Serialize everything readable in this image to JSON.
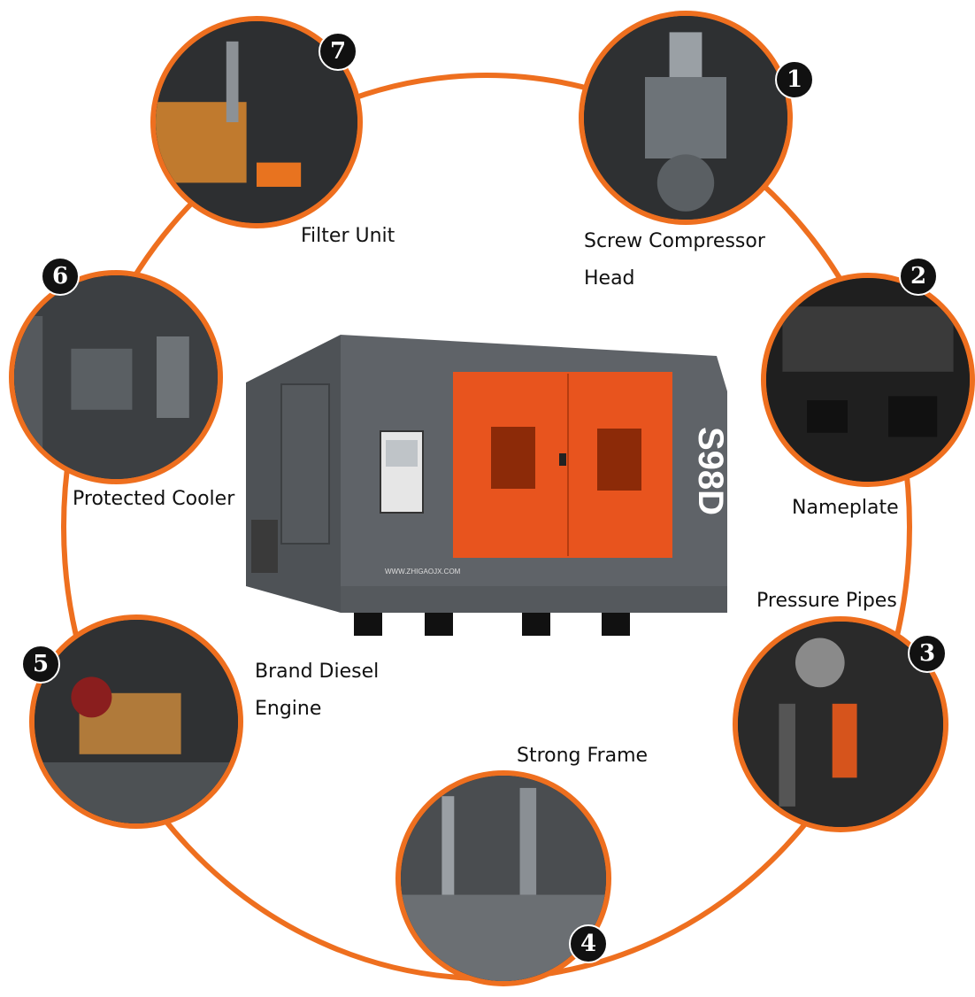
{
  "features": [
    {
      "number": "1",
      "label_lines": [
        "Screw Compressor",
        "Head"
      ]
    },
    {
      "number": "2",
      "label_lines": [
        "Nameplate"
      ]
    },
    {
      "number": "3",
      "label_lines": [
        "Pressure Pipes"
      ]
    },
    {
      "number": "4",
      "label_lines": [
        "Strong Frame"
      ]
    },
    {
      "number": "5",
      "label_lines": [
        "Brand Diesel",
        "Engine"
      ]
    },
    {
      "number": "6",
      "label_lines": [
        "Protected Cooler"
      ]
    },
    {
      "number": "7",
      "label_lines": [
        "Filter Unit"
      ]
    }
  ],
  "machine": {
    "model": "S98D",
    "website": "WWW.ZHIGAOJX.COM"
  },
  "colors": {
    "accent": "#ee6f1f",
    "machine_body": "#5f6368",
    "machine_panel": "#e8541e",
    "badge": "#111111"
  }
}
